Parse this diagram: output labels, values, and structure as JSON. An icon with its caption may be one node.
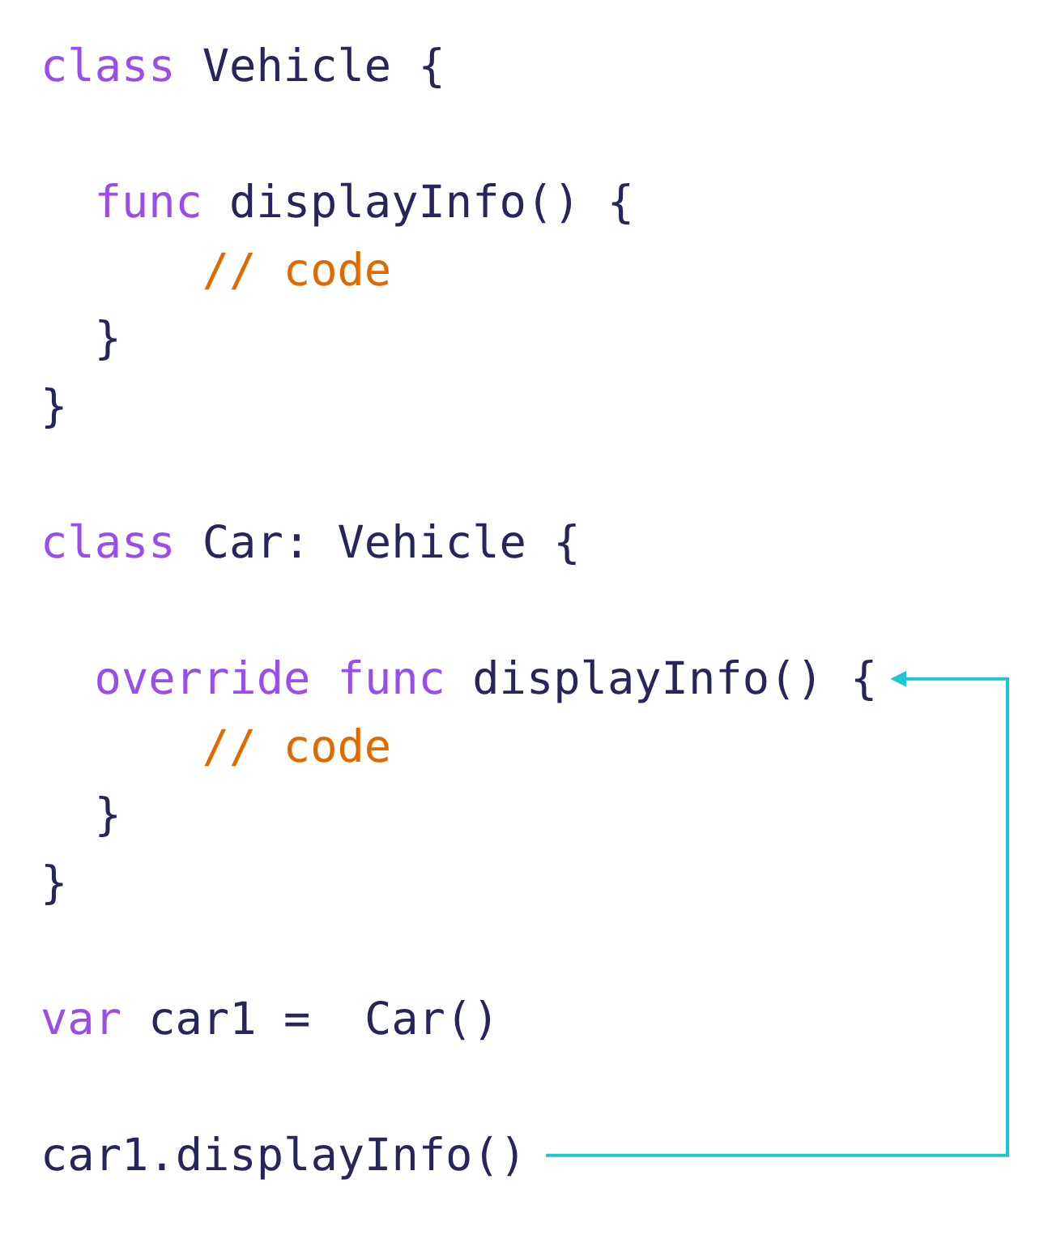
{
  "diagram": {
    "nodes": [
      {
        "text": [
          "override",
          "func",
          "displayInfo() {"
        ]
      },
      {
        "text": [
          "car1.displayInfo()"
        ]
      }
    ],
    "edges": [
      {
        "from": 1,
        "to": 0,
        "arrow": "to"
      }
    ],
    "labels": [
      "class",
      "Vehicle {",
      "func",
      "displayInfo() {",
      "// code",
      "}",
      "}",
      "class",
      "Car: Vehicle {",
      "// code",
      "}",
      "}",
      "var",
      "car1 =  Car()"
    ]
  }
}
